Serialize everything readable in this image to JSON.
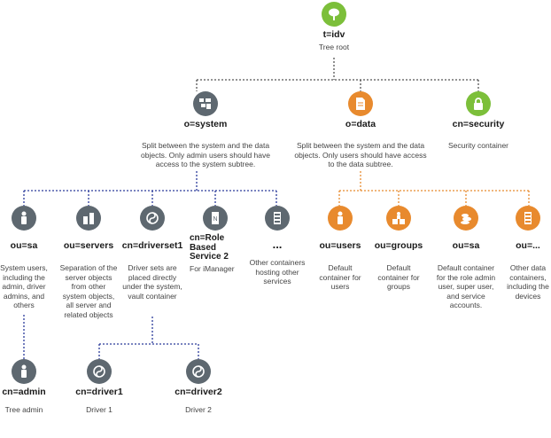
{
  "root": {
    "name": "t=idv",
    "desc": "Tree root",
    "icon": "tree-icon",
    "color": "#7cbf3a"
  },
  "system": {
    "name": "o=system",
    "desc": "Split between the system and the data objects. Only admin users should have access to the system subtree.",
    "icon": "system-icon",
    "color": "#5e6870"
  },
  "data": {
    "name": "o=data",
    "desc": "Split between the system and the data objects. Only users should have access to the data subtree.",
    "icon": "document-icon",
    "color": "#e88a2e"
  },
  "security": {
    "name": "cn=security",
    "desc": "Security container",
    "icon": "lock-icon",
    "color": "#7cbf3a"
  },
  "system_children": [
    {
      "name": "ou=sa",
      "desc": "System users, including the admin, driver admins, and others",
      "icon": "user-icon"
    },
    {
      "name": "ou=servers",
      "desc": "Separation of the server objects from other system objects, all server and related objects",
      "icon": "servers-icon"
    },
    {
      "name": "cn=driverset1",
      "desc": "Driver sets are placed directly under the system, vault container",
      "icon": "driverset-icon"
    },
    {
      "name": "cn=Role Based Service 2",
      "desc": "For iManager",
      "icon": "role-service-icon"
    },
    {
      "name": "...",
      "desc": "Other containers hosting other services",
      "icon": "container-icon"
    }
  ],
  "data_children": [
    {
      "name": "ou=users",
      "desc": "Default container for users",
      "icon": "user-icon"
    },
    {
      "name": "ou=groups",
      "desc": "Default container for groups",
      "icon": "groups-icon"
    },
    {
      "name": "ou=sa",
      "desc": "Default container for the role admin user, super user, and service accounts.",
      "icon": "service-accounts-icon"
    },
    {
      "name": "ou=...",
      "desc": "Other data containers, including the devices",
      "icon": "container-icon"
    }
  ],
  "admin": {
    "name": "cn=admin",
    "desc": "Tree admin",
    "icon": "user-icon"
  },
  "drivers": [
    {
      "name": "cn=driver1",
      "desc": "Driver 1",
      "icon": "driver-icon"
    },
    {
      "name": "cn=driver2",
      "desc": "Driver 2",
      "icon": "driver-icon"
    }
  ],
  "colors": {
    "line_dark": "#555555",
    "line_blue": "#2a3a9a",
    "line_orange": "#e88a2e"
  }
}
